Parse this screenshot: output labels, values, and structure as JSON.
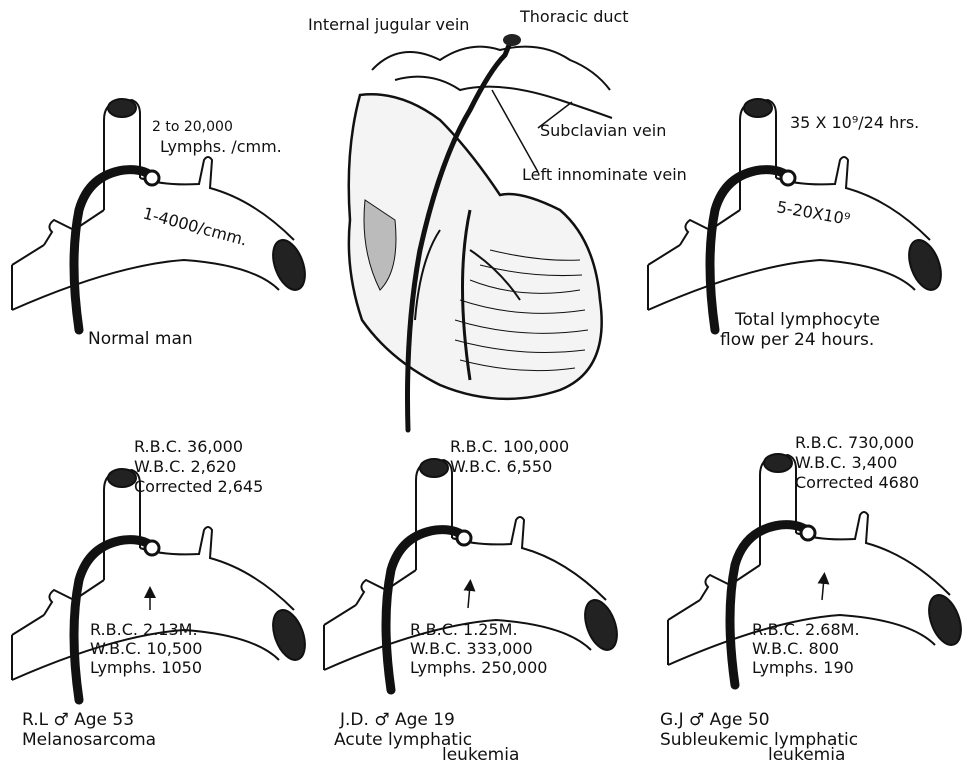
{
  "heart": {
    "internal_jugular_vein": "Internal jugular vein",
    "thoracic_duct": "Thoracic duct",
    "subclavian_vein": "Subclavian vein",
    "left_innominate_vein": "Left innominate vein"
  },
  "panels": [
    {
      "id": "normal",
      "top_label_1": "2 to 20,000",
      "top_label_2": "Lymphs. /cmm.",
      "vein_label": "1-4000/cmm.",
      "caption_1": "Normal man",
      "caption_2": ""
    },
    {
      "id": "total-flow",
      "top_label_1": "35 X 10⁹/24 hrs.",
      "vein_label": "5-20X10⁹",
      "caption_1": "Total lymphocyte",
      "caption_2": "flow per 24 hours."
    },
    {
      "id": "rl",
      "duct_lines": [
        "R.B.C. 36,000",
        "W.B.C.   2,620",
        "Corrected 2,645"
      ],
      "blood_lines": [
        "R.B.C. 2.13M.",
        "W.B.C. 10,500",
        "Lymphs. 1050"
      ],
      "caption_1": "R.L ♂ Age 53",
      "caption_2": "Melanosarcoma",
      "caption_3": ""
    },
    {
      "id": "jd",
      "duct_lines": [
        "R.B.C. 100,000",
        "W.B.C.    6,550"
      ],
      "blood_lines": [
        "R.B.C. 1.25M.",
        "W.B.C. 333,000",
        "Lymphs. 250,000"
      ],
      "caption_1": "J.D. ♂ Age 19",
      "caption_2": "Acute lymphatic",
      "caption_3": "leukemia"
    },
    {
      "id": "gj",
      "duct_lines": [
        "R.B.C. 730,000",
        "W.B.C.    3,400",
        "Corrected 4680"
      ],
      "blood_lines": [
        "R.B.C. 2.68M.",
        "W.B.C. 800",
        "Lymphs. 190"
      ],
      "caption_1": "G.J ♂ Age 50",
      "caption_2": "Subleukemic lymphatic",
      "caption_3": "leukemia"
    }
  ]
}
